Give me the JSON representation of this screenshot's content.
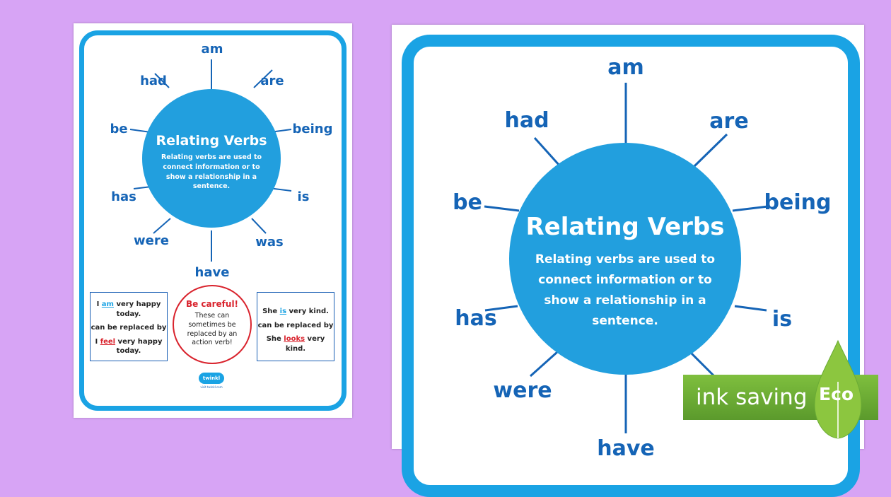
{
  "poster": {
    "title": "Relating Verbs",
    "description": "Relating verbs are used to connect information or to show a relationship in a sentence.",
    "verbs": {
      "am": "am",
      "are": "are",
      "being": "being",
      "is": "is",
      "was": "was",
      "have": "have",
      "were": "were",
      "has": "has",
      "be": "be",
      "had": "had"
    },
    "example1": {
      "line1_pre": "I ",
      "line1_word": "am",
      "line1_post": " very happy today.",
      "replace": "can be replaced by",
      "line2_pre": "I ",
      "line2_word": "feel",
      "line2_post": " very happy today."
    },
    "careful": {
      "heading": "Be careful!",
      "body": "These can sometimes be replaced by an action verb!"
    },
    "example2": {
      "line1_pre": "She ",
      "line1_word": "is",
      "line1_post": " very kind.",
      "replace": "can be replaced by",
      "line2_pre": "She ",
      "line2_word": "looks",
      "line2_post": " very kind."
    },
    "logo": "twinkl",
    "logo_url": "visit twinkl.com"
  },
  "badge": {
    "label": "ink saving",
    "eco": "Eco"
  },
  "colors": {
    "background": "#d7a4f5",
    "frame": "#1aa3e4",
    "circle": "#229fde",
    "verb_text": "#1564b6",
    "warning": "#d9232d",
    "badge": "#6aab35"
  }
}
